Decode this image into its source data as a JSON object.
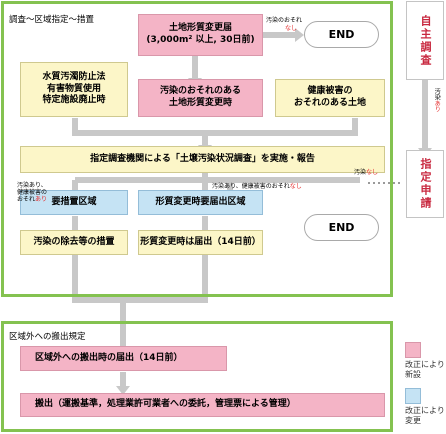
{
  "section_main": {
    "label": "調査〜区域指定〜措置"
  },
  "section_export": {
    "label": "区域外への搬出規定"
  },
  "boxes": {
    "land_change_notice": "土地形質変更届\n(3,000m² 以上, 30日前)",
    "water_law": "水質汚濁防止法\n有害物質使用\n特定施設廃止時",
    "contamination_risk_change": "汚染のおそれのある\n土地形質変更時",
    "health_damage_risk": "健康被害の\nおそれのある土地",
    "designated_survey": "指定調査機関による「土壌汚染状況調査」を実施・報告",
    "action_area": "要措置区域",
    "change_notice_area": "形質変更時要届出区域",
    "removal_measures": "汚染の除去等の措置",
    "change_notice": "形質変更時は届出（14日前）",
    "export_notice": "区域外への搬出時の届出（14日前）",
    "export": "搬出（運搬基準，処理業許可業者への委託，管理票による管理）"
  },
  "end_label": "END",
  "notes": {
    "top_risk": {
      "text": "汚染のおそれ",
      "emph": "なし"
    },
    "left_branch": {
      "line1": "汚染あり、",
      "line2": "健康被害の",
      "line3": "おそれ",
      "emph": "あり"
    },
    "mid_branch": {
      "text": "汚染あり、健康被害のおそれ",
      "emph": "なし"
    },
    "right_branch": {
      "text": "汚染",
      "emph": "なし"
    },
    "side_contamination": {
      "text": "汚染",
      "emph": "あり"
    }
  },
  "side": {
    "voluntary_survey": "自主調査",
    "designation_application": "指定申請"
  },
  "legend": {
    "pink_label": "改正により\n新設",
    "blue_label": "改正により\n変更"
  },
  "colors": {
    "frame_green": "#84c250",
    "pink": "#f4b4c6",
    "yellow": "#fcf6c8",
    "blue": "#c5e3f4",
    "connector_gray": "#c8c8c8",
    "dotted_gray": "#9a9a9a",
    "side_red": "#c8283f"
  }
}
